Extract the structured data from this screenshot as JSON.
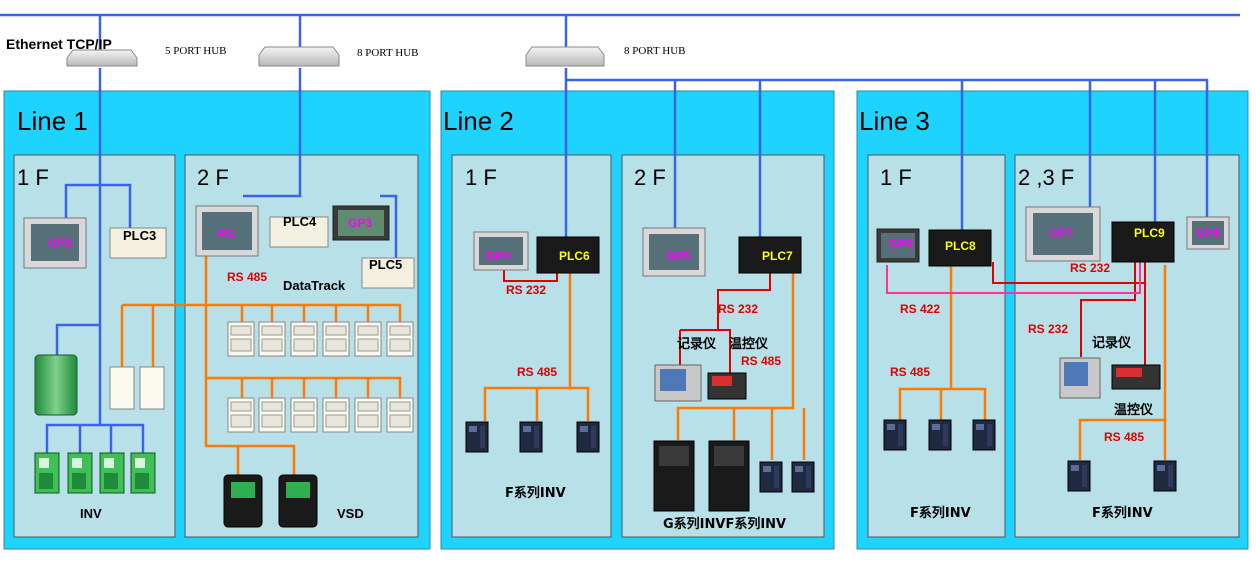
{
  "network": {
    "ethernet_label": "Ethernet TCP/IP",
    "hubs": [
      "5 PORT HUB",
      "8 PORT HUB",
      "8 PORT HUB"
    ]
  },
  "colors": {
    "ethernet": "#3b62e8",
    "rs485": "#ff7a00",
    "rs232": "#e00000",
    "rs422": "#ff3399",
    "line_panel": "#1fd3ff",
    "floor_panel": "#b8e0e8"
  },
  "lines": [
    {
      "title": "Line 1",
      "floors": [
        {
          "title": "1 F",
          "devices": [
            "GP2",
            "PLC3"
          ],
          "caption": "INV"
        },
        {
          "title": "2 F",
          "devices": [
            "PS",
            "PLC4",
            "GP3",
            "PLC5"
          ],
          "protocol": "RS 485",
          "note": "DataTrack",
          "caption": "VSD"
        }
      ]
    },
    {
      "title": "Line 2",
      "floors": [
        {
          "title": "1 F",
          "devices": [
            "GP4",
            "PLC6"
          ],
          "protocols": [
            "RS 232",
            "RS 485"
          ],
          "caption": "F系列INV"
        },
        {
          "title": "2 F",
          "devices": [
            "GP5",
            "PLC7"
          ],
          "protocols": [
            "RS 232",
            "RS 485"
          ],
          "instruments": [
            "记录仪",
            "温控仪"
          ],
          "caption": "G系列INVF系列INV"
        }
      ]
    },
    {
      "title": "Line 3",
      "floors": [
        {
          "title": "1 F",
          "devices": [
            "GP6",
            "PLC8"
          ],
          "protocols": [
            "RS 422",
            "RS 485"
          ],
          "caption": "F系列INV"
        },
        {
          "title": "2 ,3 F",
          "devices": [
            "GP7",
            "PLC9",
            "GP8"
          ],
          "protocols": [
            "RS 232",
            "RS 232",
            "RS 485"
          ],
          "instruments": [
            "记录仪",
            "温控仪"
          ],
          "caption": "F系列INV"
        }
      ]
    }
  ]
}
